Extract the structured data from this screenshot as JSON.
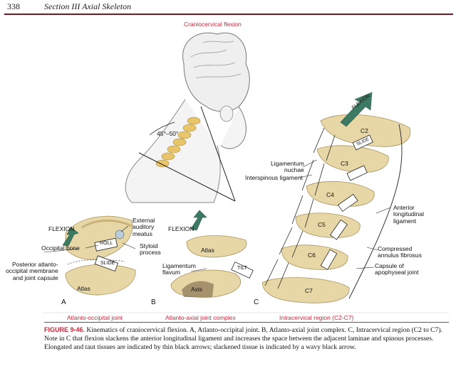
{
  "header": {
    "page_number": "338",
    "running_title": "Section III   Axial Skeleton"
  },
  "labels": {
    "top_title": "Craniocervical flexion",
    "angle": "45°–50°",
    "a_flexion": "FLEXION",
    "a_external_auditory": "External\nauditory\nmeatus",
    "a_occipital_bone": "Occipital bone",
    "a_roll": "ROLL",
    "a_styloid": "Styloid\nprocess",
    "a_posterior": "Posterior atlanto-\noccipital membrane\nand joint capsule",
    "a_slide": "SLIDE",
    "a_atlas": "Atlas",
    "a_letter": "A",
    "a_title": "Atlanto-occipital joint",
    "b_flexion": "FLEXION",
    "b_atlas": "Atlas",
    "b_ligamentum_flavum": "Ligamentum\nflavum",
    "b_tilt": "TILT",
    "b_axis": "Axis",
    "b_letter": "B",
    "b_title": "Atlanto-axial joint complex",
    "c_flexion": "FLEXION",
    "c_c2": "C2",
    "c_c3": "C3",
    "c_c4": "C4",
    "c_c5": "C5",
    "c_c6": "C6",
    "c_c7": "C7",
    "c_slide": "SLIDE",
    "c_lig_nuchae": "Ligamentum\nnuchae",
    "c_interspinous": "Interspinous ligament",
    "c_anterior": "Anterior\nlongitudinal\nligament",
    "c_compressed": "Compressed\nannulus fibrosus",
    "c_capsule": "Capsule of\napophyseal joint",
    "c_letter": "C",
    "c_title": "Intracervical region (C2-C7)"
  },
  "caption": {
    "figure_label": "FIGURE 9-46.",
    "text": " Kinematics of craniocervical flexion. A, Atlanto-occipital joint. B, Atlanto-axial joint complex. C, Intracervical region (C2 to C7). Note in C that flexion slackens the anterior longitudinal ligament and increases the space between the adjacent laminae and spinous processes. Elongated and taut tissues are indicated by thin black arrows; slackened tissue is indicated by a wavy black arrow."
  },
  "colors": {
    "accent_red": "#c8283a",
    "bone": "#e8d7a6",
    "bone_dark": "#c9b27a",
    "arrow_green": "#3c7a63",
    "rule": "#7a1522"
  }
}
